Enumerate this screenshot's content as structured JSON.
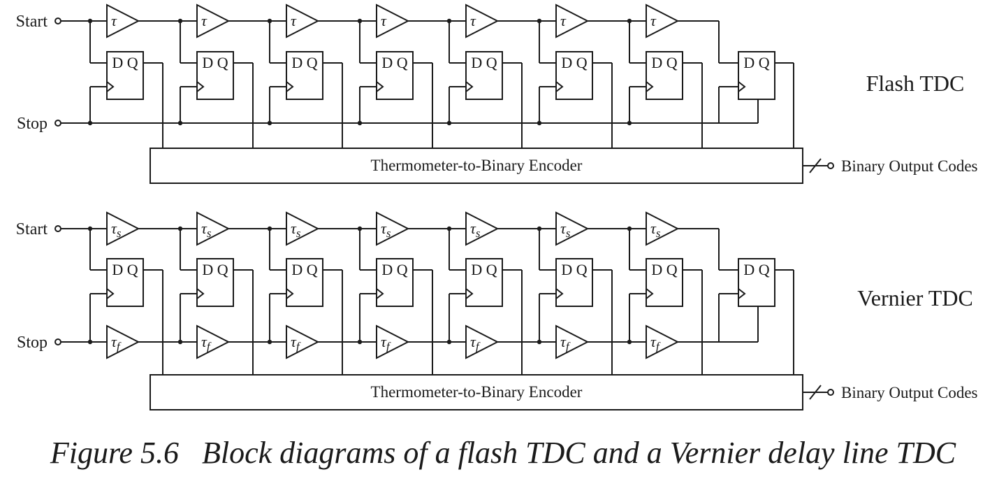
{
  "figure": {
    "caption": "Figure 5.6   Block diagrams of a flash TDC and a Vernier delay line TDC"
  },
  "flash": {
    "title": "Flash TDC",
    "start_label": "Start",
    "stop_label": "Stop",
    "delay_symbol": "τ",
    "flipflop_label": "D Q",
    "encoder_label": "Thermometer-to-Binary Encoder",
    "output_label": "Binary Output Codes"
  },
  "vernier": {
    "title": "Vernier TDC",
    "start_label": "Start",
    "stop_label": "Stop",
    "start_delay_symbol": "τ",
    "start_delay_subscript": "s",
    "stop_delay_symbol": "τ",
    "stop_delay_subscript": "f",
    "flipflop_label": "D Q",
    "encoder_label": "Thermometer-to-Binary Encoder",
    "output_label": "Binary Output Codes"
  },
  "colors": {
    "line": "#1a1a1a",
    "background": "#ffffff"
  }
}
